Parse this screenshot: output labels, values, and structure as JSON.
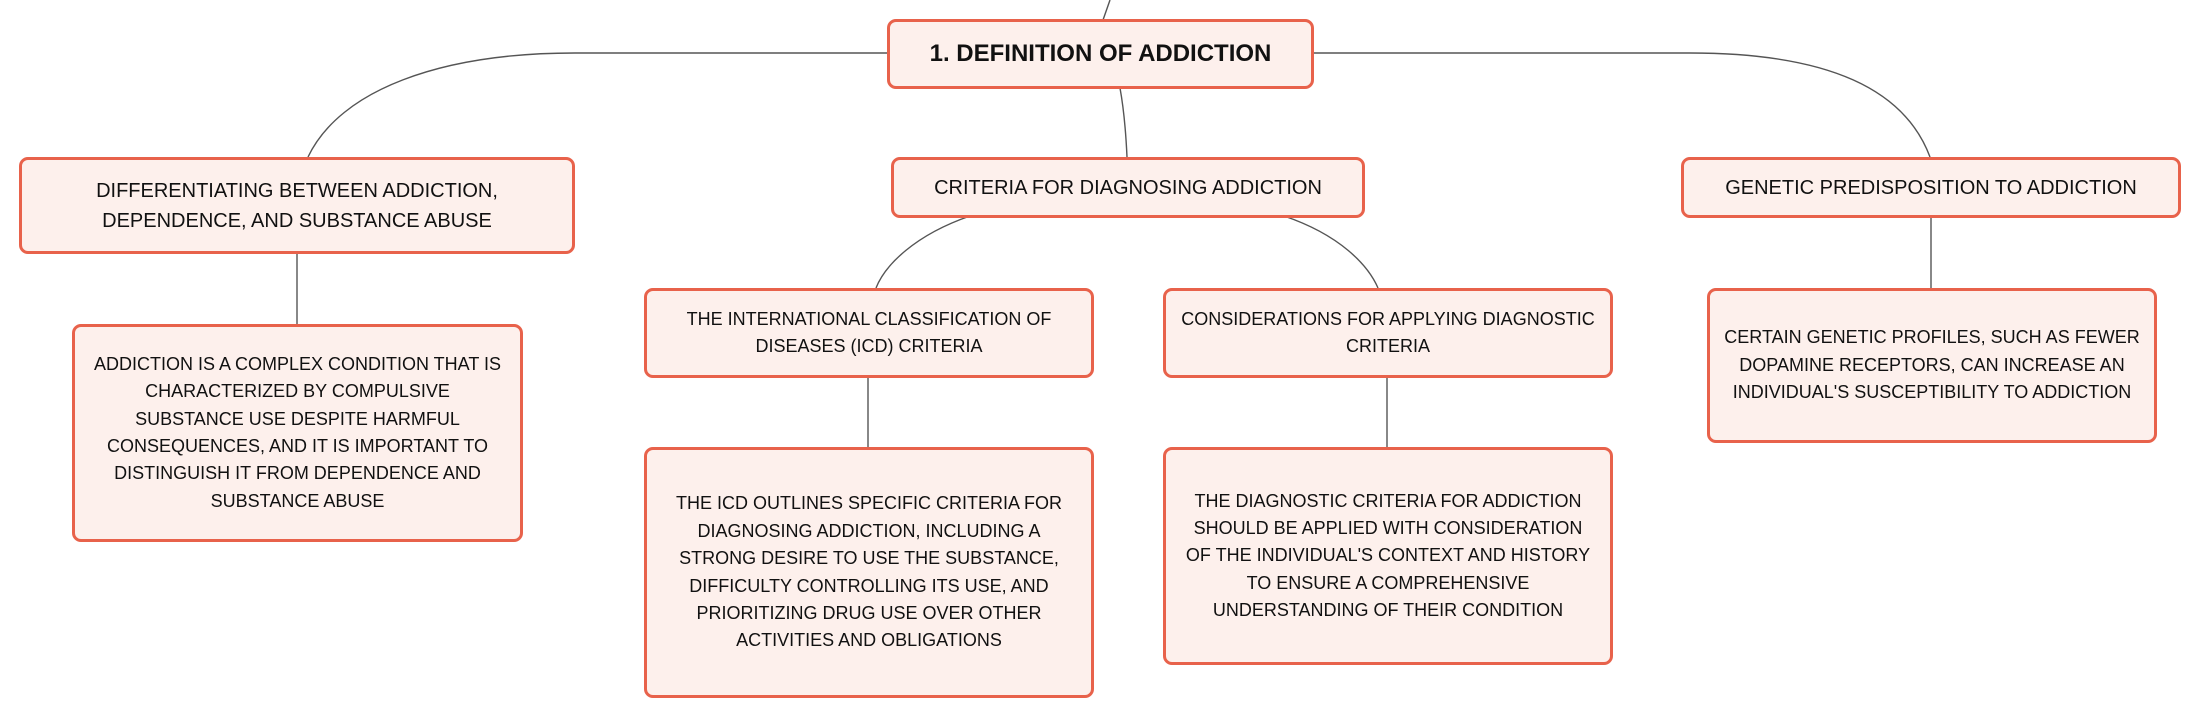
{
  "root": {
    "label": "1. DEFINITION OF ADDICTION"
  },
  "branches": [
    {
      "label": "DIFFERENTIATING BETWEEN ADDICTION, DEPENDENCE, AND SUBSTANCE ABUSE",
      "child": "ADDICTION IS A COMPLEX CONDITION THAT IS CHARACTERIZED BY COMPULSIVE SUBSTANCE USE DESPITE HARMFUL CONSEQUENCES, AND IT IS IMPORTANT TO DISTINGUISH IT FROM DEPENDENCE AND SUBSTANCE ABUSE"
    },
    {
      "label": "CRITERIA FOR DIAGNOSING ADDICTION",
      "children": [
        {
          "label": "THE INTERNATIONAL CLASSIFICATION OF DISEASES (ICD) CRITERIA",
          "child": "THE ICD OUTLINES SPECIFIC CRITERIA FOR DIAGNOSING ADDICTION, INCLUDING A STRONG DESIRE TO USE THE SUBSTANCE, DIFFICULTY CONTROLLING ITS USE, AND PRIORITIZING DRUG USE OVER OTHER ACTIVITIES AND OBLIGATIONS"
        },
        {
          "label": "CONSIDERATIONS FOR APPLYING DIAGNOSTIC CRITERIA",
          "child": "THE DIAGNOSTIC CRITERIA FOR ADDICTION SHOULD BE APPLIED WITH CONSIDERATION OF THE INDIVIDUAL'S CONTEXT AND HISTORY TO ENSURE A COMPREHENSIVE UNDERSTANDING OF THEIR CONDITION"
        }
      ]
    },
    {
      "label": "GENETIC PREDISPOSITION TO ADDICTION",
      "child": "CERTAIN GENETIC PROFILES, SUCH AS FEWER DOPAMINE RECEPTORS, CAN INCREASE AN INDIVIDUAL'S SUSCEPTIBILITY TO ADDICTION"
    }
  ],
  "colors": {
    "border": "#e8624b",
    "fill": "#fdf0ec",
    "line": "#555555",
    "text": "#111111"
  }
}
